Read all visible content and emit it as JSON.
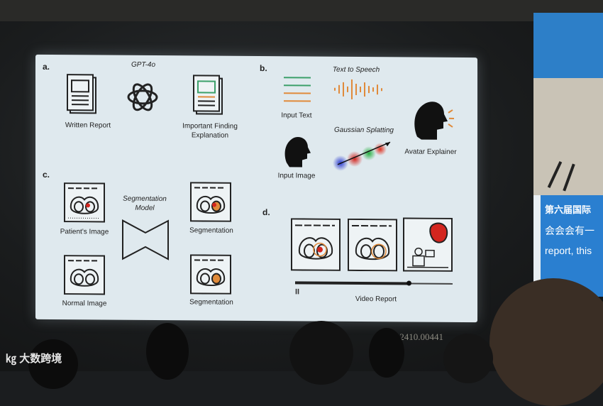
{
  "panels": {
    "a": {
      "label": "a.",
      "model": "GPT-4o",
      "input": "Written Report",
      "output_line1": "Important Finding",
      "output_line2": "Explanation"
    },
    "b": {
      "label": "b.",
      "tts": "Text to Speech",
      "input_text": "Input Text",
      "splatting": "Gaussian Splatting",
      "input_image": "Input Image",
      "avatar": "Avatar Explainer"
    },
    "c": {
      "label": "c.",
      "model_line1": "Segmentation",
      "model_line2": "Model",
      "patient": "Patient's Image",
      "normal": "Normal Image",
      "seg_top": "Segmentation",
      "seg_bottom": "Segmentation"
    },
    "d": {
      "label": "d.",
      "caption": "Video Report",
      "progress": 0.72
    }
  },
  "side_screen": {
    "title": "第六届国际",
    "line1": "会会会有一",
    "line2": "report, this"
  },
  "footer": {
    "arxiv": "arXiv:2410.00441",
    "logo": "大数跨境"
  },
  "colors": {
    "screen": "#dfe9ee",
    "accent_red": "#d3261f",
    "accent_orange": "#e08a3a",
    "accent_green": "#3ca06a",
    "side_blue": "#2a7fd0"
  }
}
